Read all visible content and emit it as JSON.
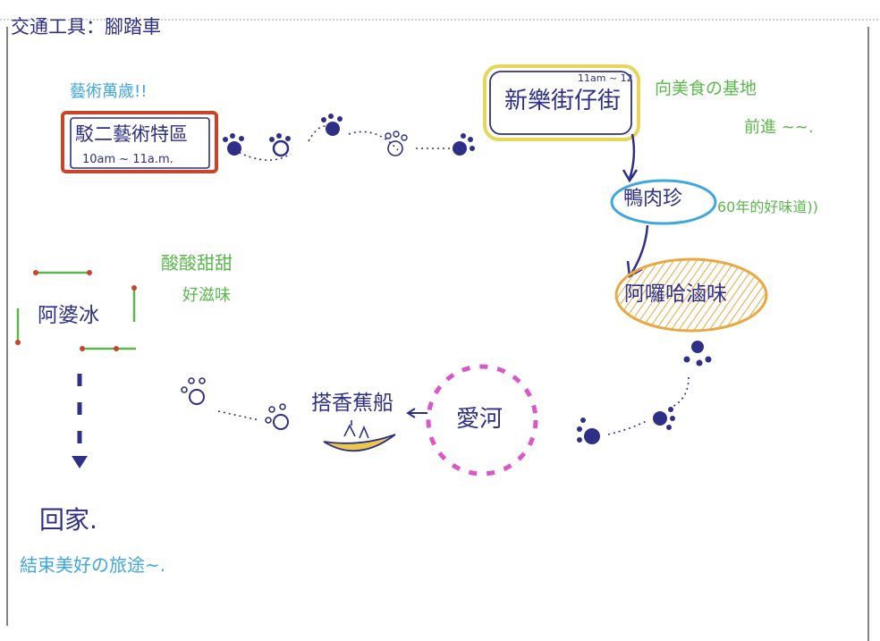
{
  "header": {
    "text": "交通工具：腳踏車"
  },
  "stops": {
    "pier2": {
      "note": "藝術萬歲!!",
      "name": "駁二藝術特區",
      "time": "10am ~ 11a.m."
    },
    "xinle": {
      "time": "11am ~ 12",
      "name": "新樂街仔街",
      "note_line1": "向美食の基地",
      "note_line2": "前進 ~~."
    },
    "duck": {
      "name": "鴨肉珍",
      "note": "60年的好味道))"
    },
    "aluoha": {
      "name": "阿囉哈滷味"
    },
    "loveriver": {
      "name": "愛河"
    },
    "banana": {
      "name": "搭香蕉船"
    },
    "apo": {
      "name": "阿婆冰",
      "note_line1": "酸酸甜甜",
      "note_line2": "好滋味"
    },
    "home": {
      "name": "回家.",
      "note": "結束美好の旅途~."
    }
  },
  "colors": {
    "navy": "#2e2f86",
    "orange_red": "#c9442a",
    "yellow": "#e7d65a",
    "light_blue": "#3fa7dd",
    "green": "#5ab84b",
    "magenta": "#d957c8",
    "orange": "#e9a840"
  }
}
